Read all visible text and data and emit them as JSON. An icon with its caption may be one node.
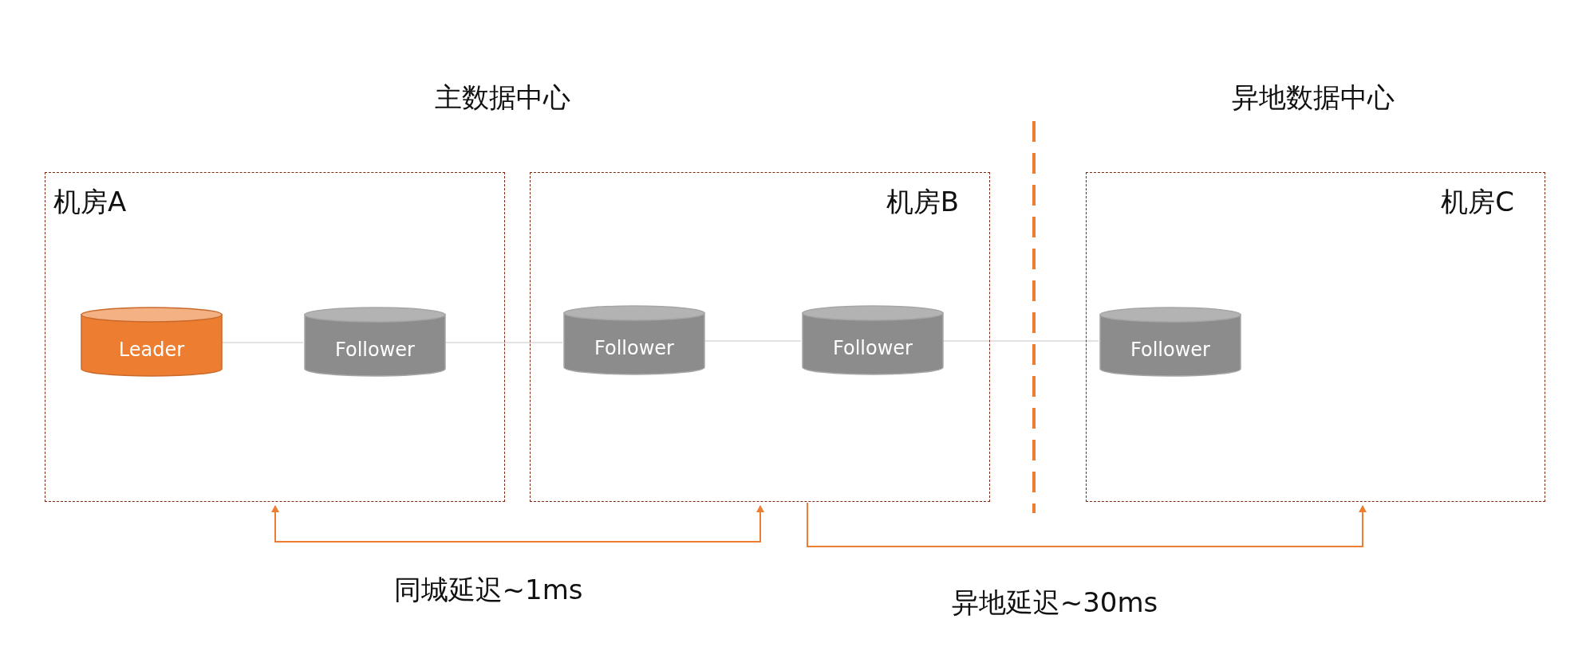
{
  "diagram": {
    "nodes": [
      {
        "text": [
          "机房A"
        ]
      },
      {
        "text": [
          "机房B"
        ]
      },
      {
        "text": [
          "机房C"
        ]
      },
      {
        "text": [
          "Leader"
        ],
        "in": 0
      },
      {
        "text": [
          "Follower"
        ],
        "in": 0
      },
      {
        "text": [
          "Follower"
        ],
        "in": 1
      },
      {
        "text": [
          "Follower"
        ],
        "in": 1
      },
      {
        "text": [
          "Follower"
        ],
        "in": 2
      }
    ],
    "edges": [
      {
        "from": 3,
        "to": 4,
        "arrow": "none"
      },
      {
        "from": 4,
        "to": 5,
        "arrow": "none"
      },
      {
        "from": 5,
        "to": 6,
        "arrow": "none"
      },
      {
        "from": 6,
        "to": 7,
        "arrow": "none"
      },
      {
        "from": 0,
        "to": 1,
        "arrow": "both",
        "label": "同城延迟~1ms",
        "color": "#ed7d31"
      },
      {
        "from": 1,
        "to": 2,
        "arrow": "to",
        "label": "异地延迟~30ms",
        "color": "#ed7d31"
      }
    ],
    "labels": [
      "主数据中心",
      "异地数据中心"
    ]
  }
}
